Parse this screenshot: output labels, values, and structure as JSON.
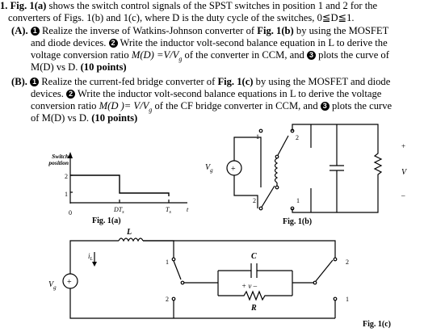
{
  "problem": {
    "number": "1.",
    "fig_ref": "Fig. 1(a)",
    "line1": "shows the switch control signals of the SPST switches in position 1 and 2 for the",
    "line2": "converters of Figs. 1(b) and 1(c), where D is the duty cycle of the switches, 0≦D≦1."
  },
  "partA": {
    "label": "(A).",
    "m1": "①",
    "t1": "Realize the inverse of Watkins-Johnson converter of",
    "fig": "Fig. 1(b)",
    "t1b": "by using the MOSFET",
    "l2a": "and diode devices.",
    "m2": "②",
    "l2b": "Write the inductor volt-second balance equation in L to derive the",
    "l3a": "voltage conversion ratio",
    "l3m": "M(D) =V/V",
    "l3sub": "g",
    "l3b": "of the converter in CCM, and",
    "m3": "③",
    "l3c": "plots the curve of",
    "l4": "M(D) vs D.",
    "points": "(10 points)"
  },
  "partB": {
    "label": "(B).",
    "m1": "①",
    "t1": "Realize the current-fed bridge converter of",
    "fig": "Fig. 1(c)",
    "t1b": "by using the MOSFET and diode",
    "l2a": "devices.",
    "m2": "②",
    "l2b": "Write the inductor volt-second balance equations in L to derive the voltage",
    "l3a": "conversion ratio",
    "l3m": "M(D )= V/V",
    "l3sub": "g",
    "l3b": "of the CF bridge converter in CCM, and",
    "m3": "③",
    "l3c": "plots the curve",
    "l4": "of M(D) vs D.",
    "points": "(10 points)"
  },
  "fig1a": {
    "ylabel1": "Switch",
    "ylabel2": "position",
    "y2": "2",
    "y1": "1",
    "x0": "0",
    "xDT": "DT",
    "xDTsub": "s",
    "xTs": "T",
    "xTssub": "s",
    "xt": "t",
    "caption": "Fig. 1(a)"
  },
  "fig1b": {
    "vg": "V",
    "vgsub": "g",
    "sw_top_1": "1",
    "sw_top_2": "2",
    "sw_bot_2": "2",
    "sw_bot_1": "1",
    "vplus": "+",
    "vlabel": "V",
    "vminus": "–",
    "caption": "Fig. 1(b)"
  },
  "fig1c": {
    "L": "L",
    "iL": "i",
    "iLsub": "L",
    "vg": "V",
    "vgsub": "g",
    "C": "C",
    "R": "R",
    "v": "+ v –",
    "sw_left_top": "1",
    "sw_left_bot": "2",
    "sw_right_top": "2",
    "sw_right_bot": "1",
    "caption": "Fig. 1(c)"
  }
}
